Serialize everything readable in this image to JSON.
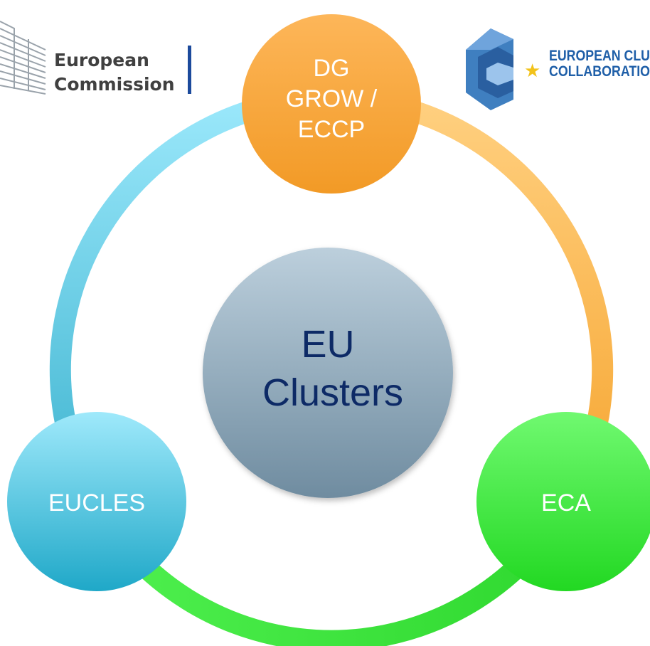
{
  "logos": {
    "ec": {
      "line1": "European",
      "line2": "Commission"
    },
    "eccp": {
      "line1": "EUROPEAN CLU",
      "line2": "COLLABORATIO"
    }
  },
  "center": {
    "line1": "EU",
    "line2": "Clusters"
  },
  "nodes": {
    "top": {
      "lines": [
        "DG",
        "GROW /",
        "ECCP"
      ]
    },
    "left": {
      "label": "EUCLES"
    },
    "right": {
      "label": "ECA"
    }
  },
  "colors": {
    "orange": "#fbac3a",
    "cyan": "#4cc3df",
    "green": "#3fe83f",
    "center": "#8fa9bc",
    "center_text": "#0d2a66",
    "ec_blue": "#1c4a9c"
  }
}
